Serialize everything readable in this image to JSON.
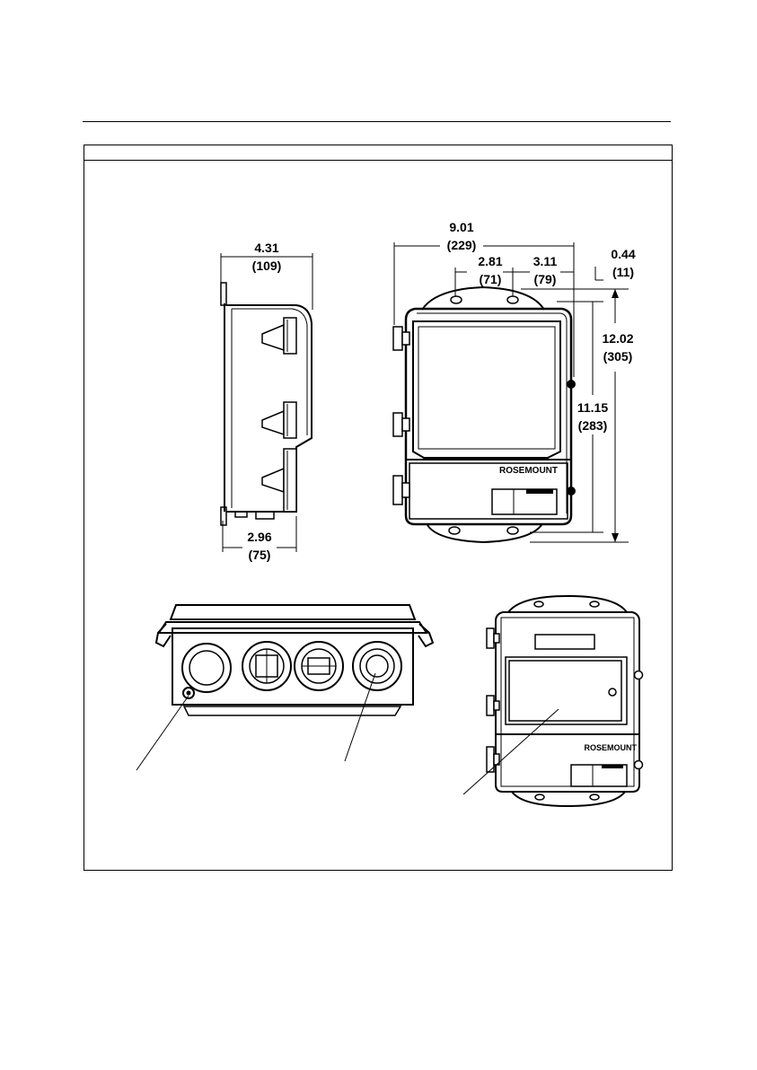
{
  "dimensions": {
    "side_width": {
      "in": "4.31",
      "mm": "(109)"
    },
    "side_depth": {
      "in": "2.96",
      "mm": "(75)"
    },
    "front_width": {
      "in": "9.01",
      "mm": "(229)"
    },
    "hole_offset": {
      "in": "2.81",
      "mm": "(71)"
    },
    "hole_spacing": {
      "in": "3.11",
      "mm": "(79)"
    },
    "top_offset": {
      "in": "0.44",
      "mm": "(11)"
    },
    "overall_height": {
      "in": "12.02",
      "mm": "(305)"
    },
    "body_height": {
      "in": "11.15",
      "mm": "(283)"
    }
  },
  "logos": {
    "front": "ROSEMOUNT",
    "open_view": "ROSEMOUNT"
  }
}
